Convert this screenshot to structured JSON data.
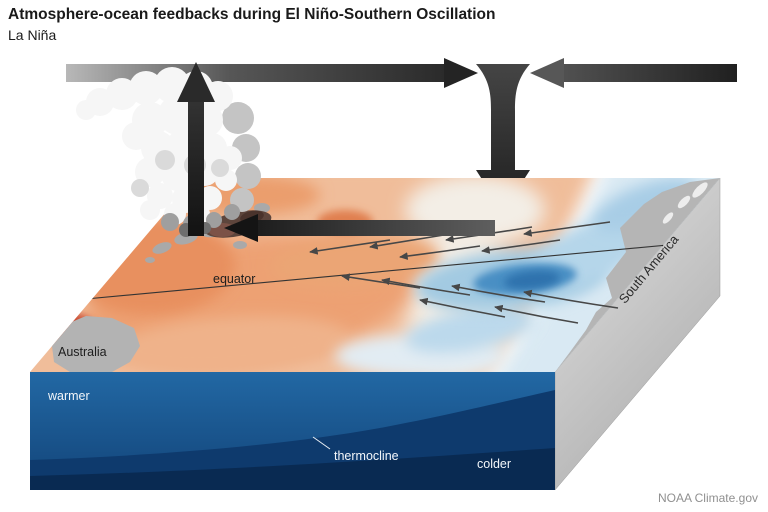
{
  "header": {
    "title": "Atmosphere-ocean feedbacks during El Niño-Southern Oscillation",
    "subtitle": "La Niña"
  },
  "labels": {
    "equator": "equator",
    "australia": "Australia",
    "south_america": "South America",
    "warmer": "warmer",
    "thermocline": "thermocline",
    "colder": "colder"
  },
  "attribution": "NOAA Climate.gov",
  "colors": {
    "warm_anomaly": "#eda173",
    "warm_strong": "#c94a30",
    "cool_anomaly": "#a3cae2",
    "cool_strong": "#2f72ad",
    "neutral_sst": "#f3eee6",
    "ocean_upper": "#1d5e96",
    "ocean_deep": "#0e3a6d",
    "ocean_deepest": "#092a52",
    "land_gray": "#b3b3b3",
    "circulation_arrow": "#2b2b2b"
  }
}
